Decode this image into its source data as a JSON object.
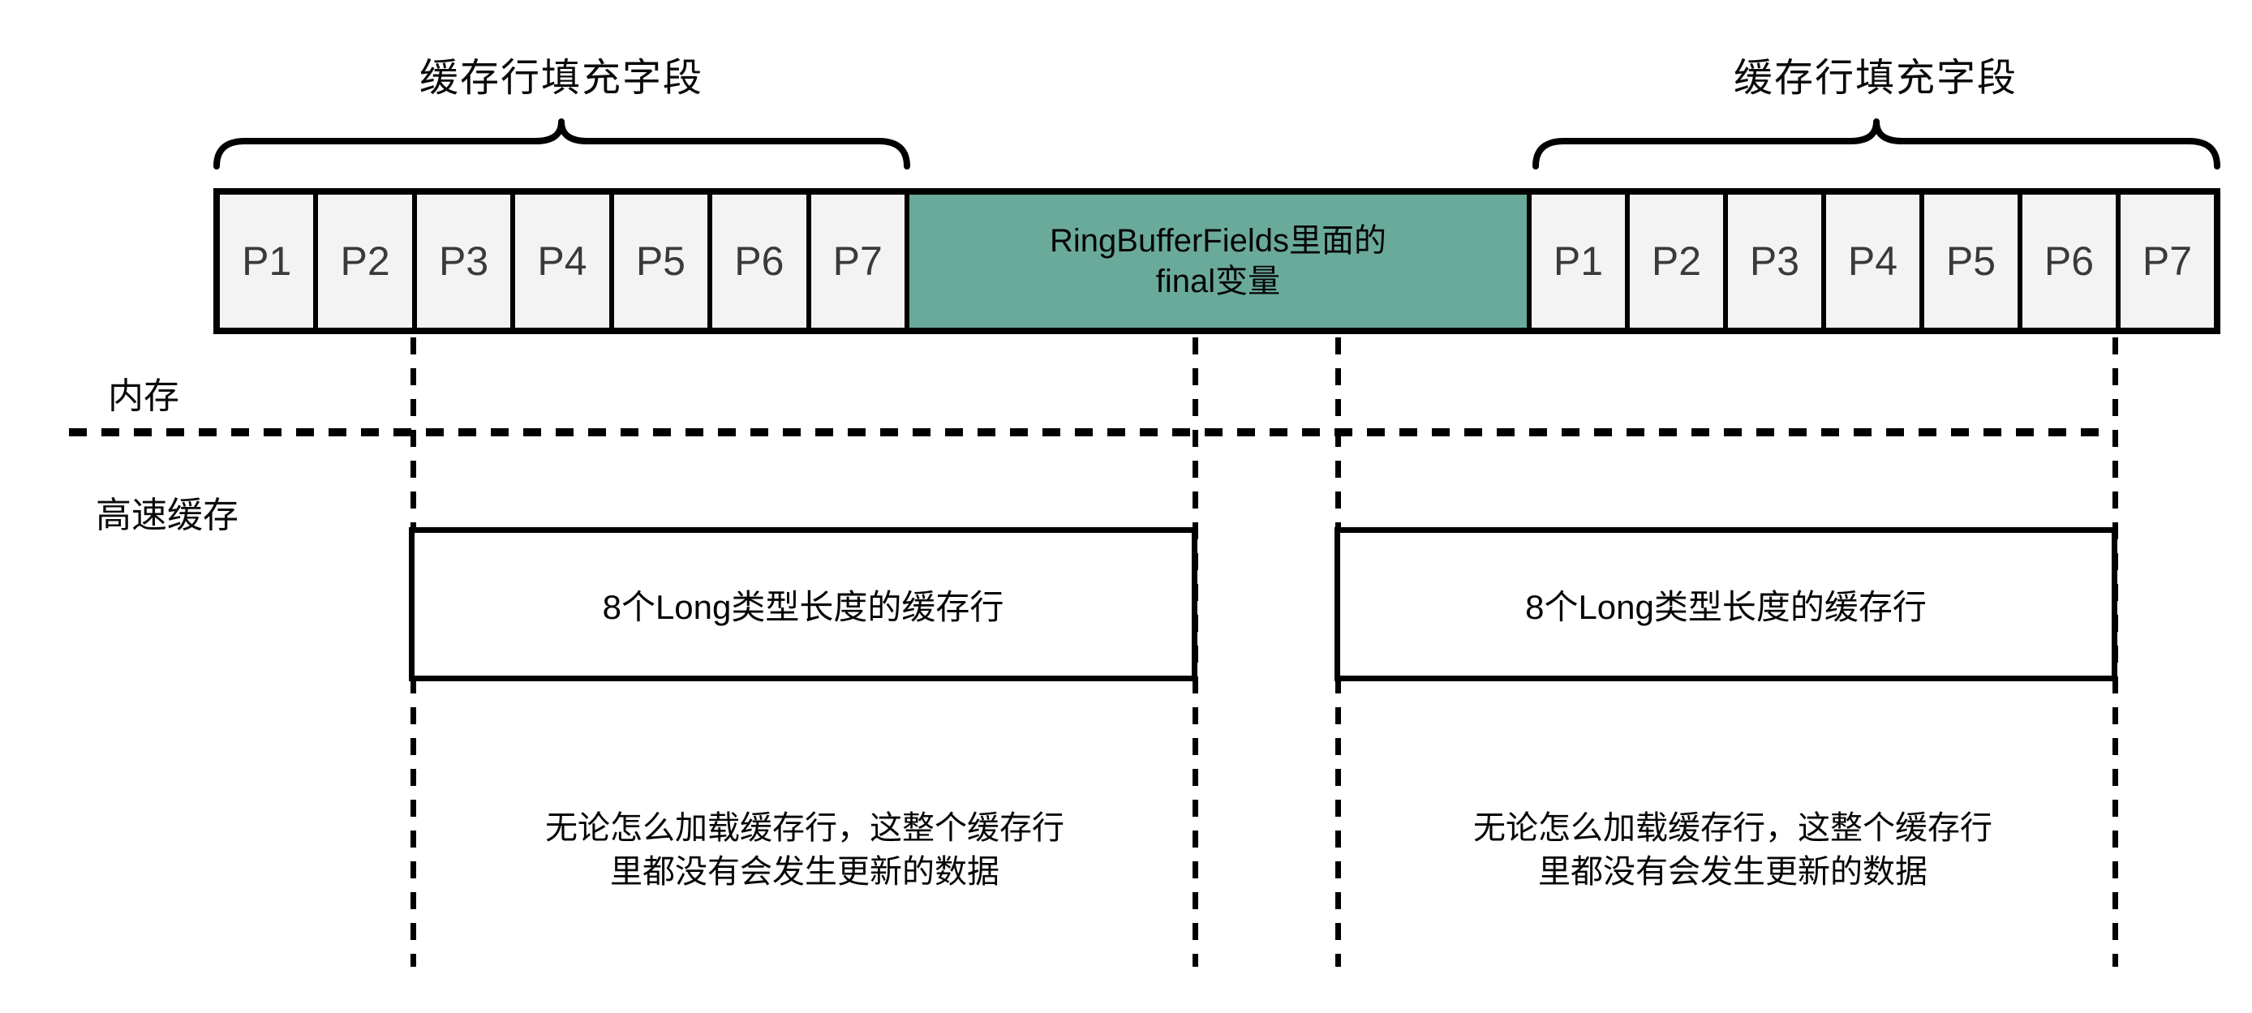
{
  "colors": {
    "green_cell_fill": "#6AAA9A",
    "padding_cell_fill": "#F3F3F3",
    "line_color": "#000000"
  },
  "braces": {
    "left_label": "缓存行填充字段",
    "right_label": "缓存行填充字段"
  },
  "row": {
    "left_cells": [
      "P1",
      "P2",
      "P3",
      "P4",
      "P5",
      "P6",
      "P7"
    ],
    "green_cell": {
      "line1": "RingBufferFields里面的",
      "line2": "final变量"
    },
    "right_cells": [
      "P1",
      "P2",
      "P3",
      "P4",
      "P5",
      "P6",
      "P7"
    ]
  },
  "sections": {
    "memory": "内存",
    "cache": "高速缓存"
  },
  "cache_line_boxes": {
    "left_label": "8个Long类型长度的缓存行",
    "right_label": "8个Long类型长度的缓存行"
  },
  "notes": {
    "left": {
      "line1": "无论怎么加载缓存行，这整个缓存行",
      "line2": "里都没有会发生更新的数据"
    },
    "right": {
      "line1": "无论怎么加载缓存行，这整个缓存行",
      "line2": "里都没有会发生更新的数据"
    }
  }
}
